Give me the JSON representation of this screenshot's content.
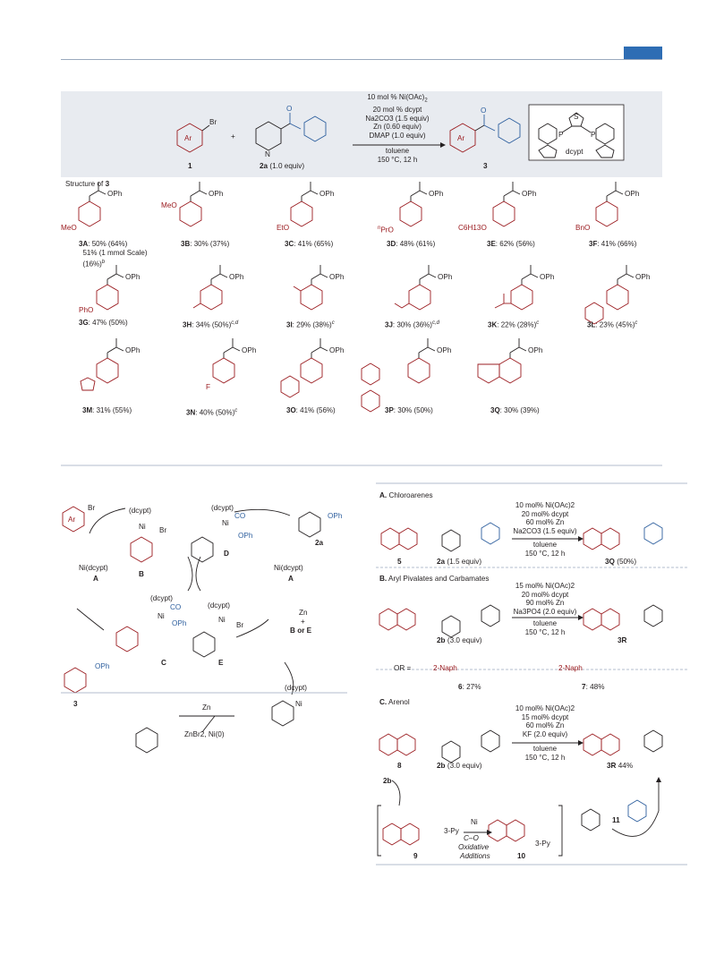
{
  "header": {
    "accent_color": "#2e6db4",
    "rule_color": "#9aa9bd"
  },
  "table": {
    "reaction": {
      "reagent1_label": "1",
      "reagent2_label": "2a",
      "reagent2_note": "(1.0 equiv)",
      "product_label": "3",
      "cond_above": [
        "10 mol % Ni(OAc)",
        "20 mol % dcypt",
        "Na",
        "Zn (0.60 equiv)",
        "DMAP (1.0 equiv)"
      ],
      "cond_line1": "10 mol % Ni(OAc)",
      "cond_line2": "20 mol % dcypt",
      "cond_line3": "Na2CO3 (1.5 equiv)",
      "cond_line4": "Zn (0.60 equiv)",
      "cond_line5": "DMAP (1.0 equiv)",
      "cond_below1": "toluene",
      "cond_below2": "150 °C, 12 h",
      "ligand_label": "dcypt",
      "ar_text": "Ar",
      "br_text": "Br",
      "n_text": "N",
      "o_text": "O",
      "s_text": "S",
      "p_text": "P",
      "plus": "+"
    },
    "structure_of": "Structure of",
    "structure_num": "3",
    "products": [
      {
        "id": "3A",
        "yield": "50% (64%)",
        "extra1": "51% (1 mmol Scale)",
        "extra2": "(16%)",
        "sub": "MeO"
      },
      {
        "id": "3B",
        "yield": "30% (37%)",
        "sub": "MeO"
      },
      {
        "id": "3C",
        "yield": "41% (65%)",
        "sub": "EtO"
      },
      {
        "id": "3D",
        "yield": "48% (61%)",
        "sub": "PrO"
      },
      {
        "id": "3E",
        "yield": "62% (56%)",
        "sub": "C6H13O"
      },
      {
        "id": "3F",
        "yield": "41% (66%)",
        "sub": "BnO"
      },
      {
        "id": "3G",
        "yield": "47% (50%)",
        "sub": "PhO"
      },
      {
        "id": "3H",
        "yield": "34% (50%)"
      },
      {
        "id": "3I",
        "yield": "29% (38%)"
      },
      {
        "id": "3J",
        "yield": "30% (36%)"
      },
      {
        "id": "3K",
        "yield": "22% (28%)"
      },
      {
        "id": "3L",
        "yield": "23% (45%)"
      },
      {
        "id": "3M",
        "yield": "31% (55%)"
      },
      {
        "id": "3N",
        "yield": "40% (50%)",
        "sub": "F"
      },
      {
        "id": "3O",
        "yield": "41% (56%)"
      },
      {
        "id": "3P",
        "yield": "30% (50%)"
      },
      {
        "id": "3Q",
        "yield": "30% (39%)"
      }
    ],
    "oph": "OPh"
  },
  "mechanism": {
    "B_label": "B",
    "D_label": "D",
    "C_label": "C",
    "E_label": "E",
    "A_label": "A",
    "A2_label": "A",
    "label_3": "3",
    "label_2a": "2a",
    "nidcypt": "Ni(dcypt)",
    "nidcypt2": "Ni(dcypt)",
    "dcypt": "(dcypt)",
    "ni": "Ni",
    "co": "CO",
    "oph": "OPh",
    "br": "Br",
    "zn": "Zn",
    "plus": "+",
    "boe": "B or E",
    "zn2": "Zn",
    "znbr": "ZnBr2, Ni(0)",
    "ar": "Ar"
  },
  "right": {
    "A_title": "Chloroarenes",
    "A_letter": "A.",
    "A_cond": [
      "10 mol% Ni(OAc)2",
      "20 mol% dcypt",
      "60 mol% Zn",
      "Na2CO3 (1.5 equiv)"
    ],
    "A_solv": [
      "toluene",
      "150 °C, 12 h"
    ],
    "A_l5": "5",
    "A_l2a": "2a",
    "A_note": "(1.5 equiv)",
    "A_prod": "3Q",
    "A_yield": "(50%)",
    "B_title": "Aryl Pivalates and Carbamates",
    "B_letter": "B.",
    "B_cond": [
      "15 mol% Ni(OAc)2",
      "20 mol% dcypt",
      "90 mol% Zn",
      "Na3PO4 (2.0 equiv)"
    ],
    "B_solv": [
      "toluene",
      "150 °C, 12 h"
    ],
    "B_l2b": "2b",
    "B_note": "(3.0 equiv)",
    "B_prod": "3R",
    "B_or": "OR =",
    "B_naph": "2-Naph",
    "B_naph2": "2-Naph",
    "B_6": "6",
    "B_6y": ": 27%",
    "B_7": "7",
    "B_7y": ": 48%",
    "C_title": "Arenol",
    "C_letter": "C.",
    "C_cond": [
      "10 mol% Ni(OAc)2",
      "15 mol% dcypt",
      "60 mol% Zn",
      "KF (2.0 equiv)"
    ],
    "C_solv": [
      "toluene",
      "150 °C, 12 h"
    ],
    "C_l8": "8",
    "C_l2b": "2b",
    "C_note": "(3.0 equiv)",
    "C_prod": "3R",
    "C_yield": "44%",
    "D_2b": "2b",
    "D_ni": "Ni",
    "D_co": "C–O",
    "D_ox": "Oxidative",
    "D_add": "Additions",
    "D_9": "9",
    "D_10": "10",
    "D_11": "11",
    "D_3py": "3-Py",
    "D_3py2": "3-Py"
  }
}
